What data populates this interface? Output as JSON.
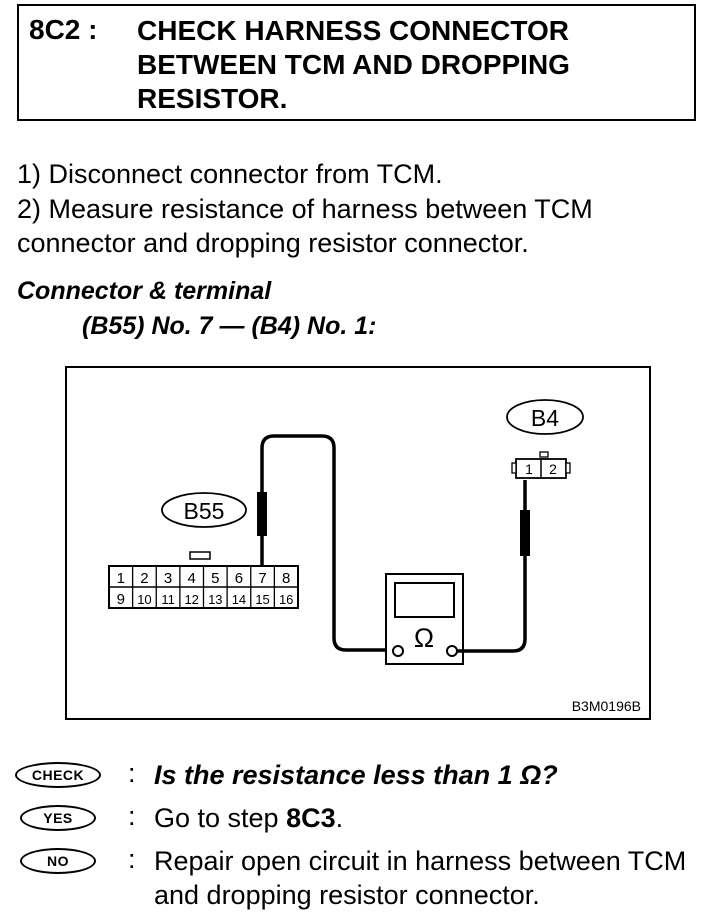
{
  "step": {
    "number": "8C2 :",
    "title": "CHECK HARNESS CONNECTOR BETWEEN TCM AND DROPPING RESISTOR."
  },
  "instructions": [
    "1)  Disconnect connector from TCM.",
    "2)  Measure resistance of harness between TCM",
    "connector and dropping resistor connector."
  ],
  "connector_heading": "Connector & terminal",
  "connector_spec": "(B55) No. 7 — (B4) No. 1:",
  "diagram": {
    "b55_label": "B55",
    "b4_label": "B4",
    "b55_pins_top": [
      "1",
      "2",
      "3",
      "4",
      "5",
      "6",
      "7",
      "8"
    ],
    "b55_pins_bottom": [
      "9",
      "10",
      "11",
      "12",
      "13",
      "14",
      "15",
      "16"
    ],
    "b4_pins": [
      "1",
      "2"
    ],
    "meter_symbol": "Ω",
    "figure_code": "B3M0196B"
  },
  "check": {
    "label": "CHECK",
    "question": "Is the resistance less than 1 Ω?"
  },
  "yes": {
    "label": "YES",
    "prefix": "Go to step ",
    "step": "8C3",
    "suffix": "."
  },
  "no": {
    "label": "NO",
    "text": "Repair open circuit in harness between TCM and dropping resistor connector."
  }
}
